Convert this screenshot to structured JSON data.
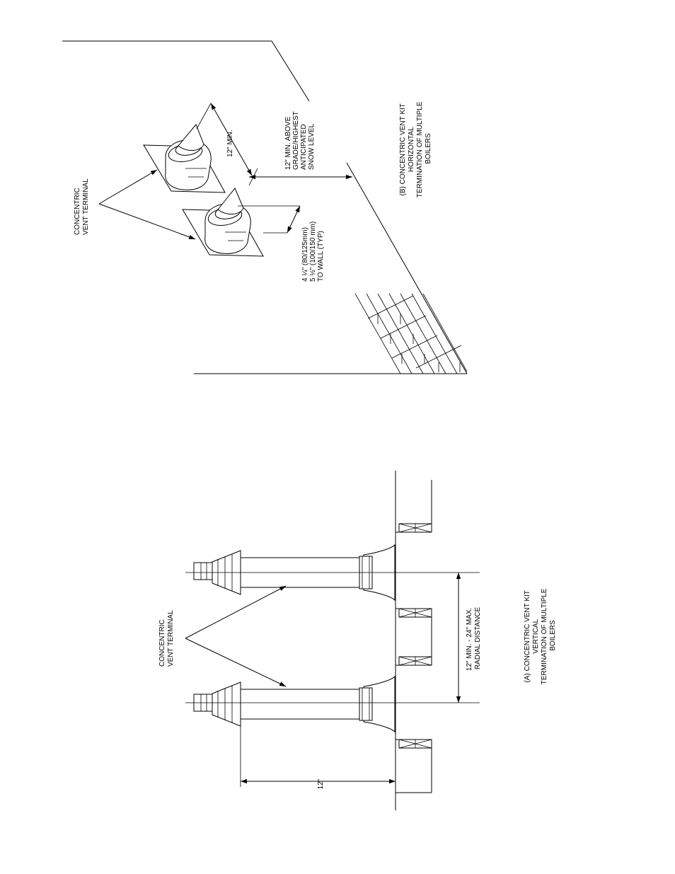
{
  "detail_a": {
    "terminal_label_line1": "CONCENTRIC",
    "terminal_label_line2": "VENT TERMINAL",
    "radial_line1": "12\" MIN. - 24\" MAX.",
    "radial_line2": "RADIAL DISTANCE",
    "height_dim": "12\"",
    "caption_line1": "(A) CONCENTRIC VENT KIT",
    "caption_line2": "VERTICAL",
    "caption_line3": "TERMINATION OF MULTIPLE",
    "caption_line4": "BOILERS"
  },
  "detail_b": {
    "terminal_label_line1": "CONCENTRIC",
    "terminal_label_line2": "VENT TERMINAL",
    "min_dim": "12\" MIN.",
    "grade_line1": "12\" MIN. ABOVE",
    "grade_line2": "GRADE/HIGHEST",
    "grade_line3": "ANTICIPATED",
    "grade_line4": "SNOW LEVEL",
    "wall_line1": "4 ¼\" (80/125mm)",
    "wall_line2": "5 ½\" (100/150 mm)",
    "wall_line3": "TO WALL (TYP)",
    "caption_line1": "(B) CONCENTRIC  VENT KIT",
    "caption_line2": "HORIZONTAL",
    "caption_line3": "TERMINATION OF MULTIPLE",
    "caption_line4": "BOILERS"
  }
}
